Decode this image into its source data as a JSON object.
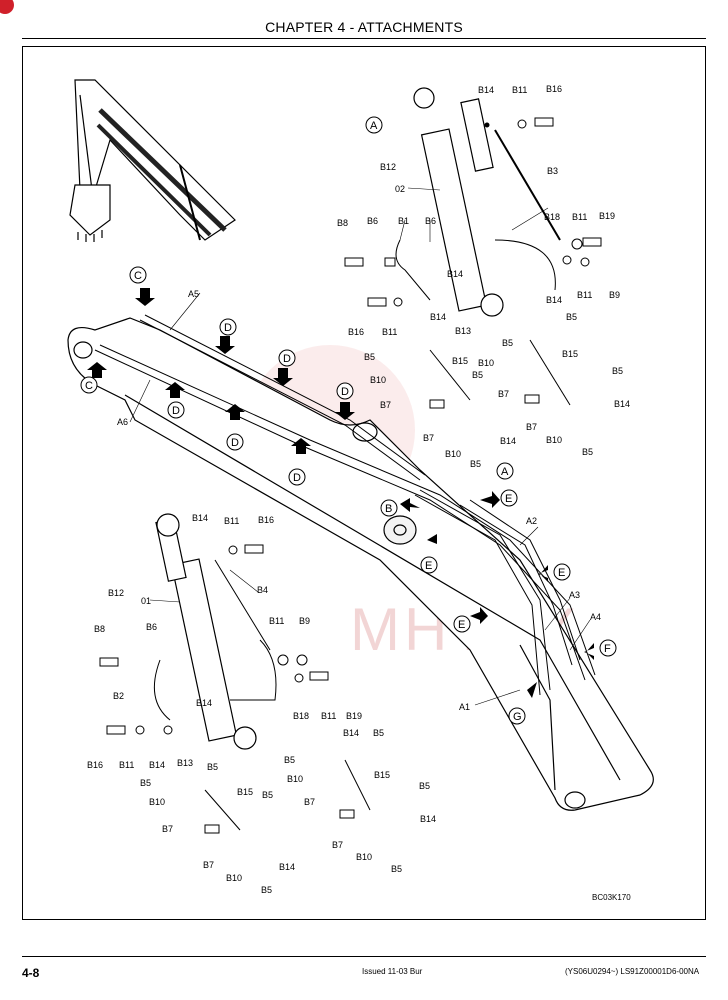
{
  "header": {
    "chapter_title": "CHAPTER 4 - ATTACHMENTS"
  },
  "figure": {
    "code": "BC03K170",
    "watermark": "MHTEX",
    "part_labels": {
      "A5": "A5",
      "A6": "A6",
      "A1": "A1",
      "A2": "A2",
      "A3": "A3",
      "A4": "A4",
      "01": "01",
      "02": "02",
      "B1": "B1",
      "B2": "B2",
      "B3": "B3",
      "B4": "B4",
      "B5": "B5",
      "B6": "B6",
      "B7": "B7",
      "B8": "B8",
      "B9": "B9",
      "B10": "B10",
      "B11": "B11",
      "B12": "B12",
      "B13": "B13",
      "B14": "B14",
      "B15": "B15",
      "B16": "B16",
      "B18": "B18",
      "B19": "B19"
    },
    "callouts": {
      "A": "A",
      "B": "B",
      "C": "C",
      "D": "D",
      "E": "E",
      "F": "F",
      "G": "G"
    }
  },
  "footer": {
    "page_number": "4-8",
    "issue": "Issued 11-03   Bur",
    "doc_ref": "(YS06U0294~)   LS91Z00001D6-00NA"
  }
}
